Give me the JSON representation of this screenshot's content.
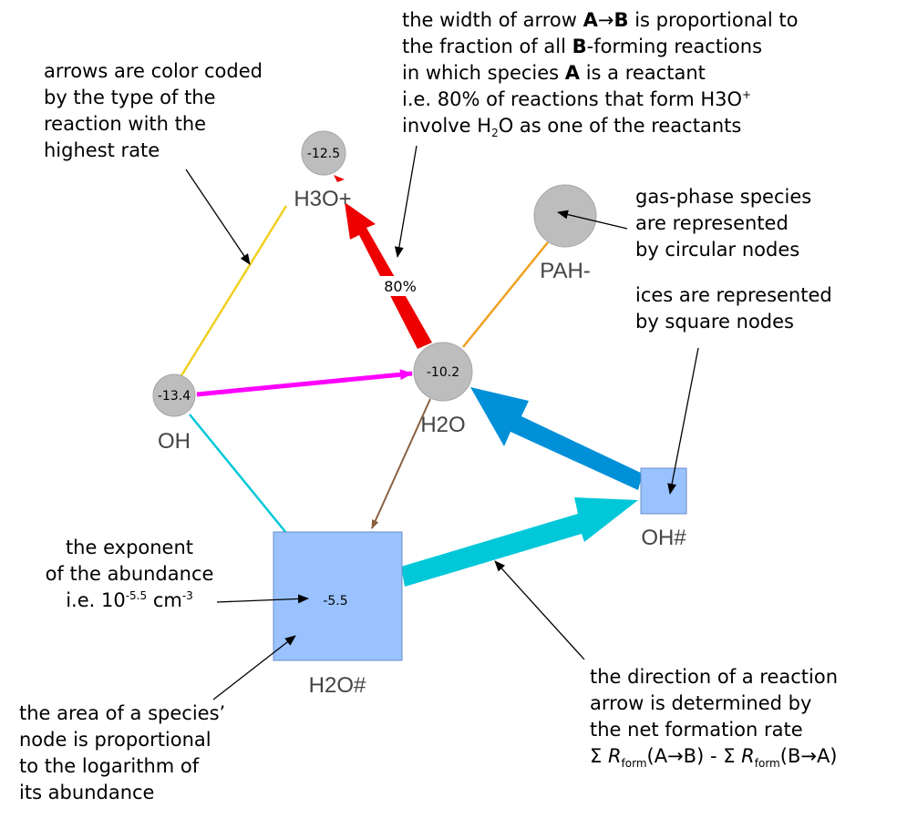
{
  "nodes": {
    "h3o": {
      "label": "H3O+",
      "value": "-12.5"
    },
    "pah": {
      "label": "PAH-",
      "value": ""
    },
    "oh": {
      "label": "OH",
      "value": "-13.4"
    },
    "h2o": {
      "label": "H2O",
      "value": "-10.2"
    },
    "ohice": {
      "label": "OH#",
      "value": ""
    },
    "h2oice": {
      "label": "H2O#",
      "value": "-5.5"
    }
  },
  "arrow_label": "80%",
  "colors": {
    "red": "#ee0000",
    "magenta": "#ff00ff",
    "cyan": "#00c8d8",
    "blue": "#0090d8",
    "yellow": "#f0d020",
    "orange": "#f0a020",
    "brown": "#8a6040",
    "circle": "#bdbdbd",
    "square": "#99c2ff",
    "square_border": "#6b8ec8"
  },
  "annotations": {
    "color_coded": [
      "arrows are color coded",
      "by the type of the",
      "reaction with the",
      "highest rate"
    ],
    "width": {
      "l1_pre": "the width of arrow ",
      "l1_bold1": "A",
      "l1_arrow": "→",
      "l1_bold2": "B",
      "l1_post": " is proportional to",
      "l2": "the fraction of all ",
      "l2_bold": "B",
      "l2_post": "-forming reactions",
      "l3_pre": "in which species ",
      "l3_bold": "A",
      "l3_post": " is a reactant",
      "l4_pre": "i.e. 80% of reactions that form H3O",
      "l4_sup": "+",
      "l5_pre": "involve H",
      "l5_sub": "2",
      "l5_post": "O as one of the reactants"
    },
    "gas_phase": [
      "gas-phase species",
      "are represented",
      "by circular nodes"
    ],
    "ices": [
      "ices are represented",
      "by square nodes"
    ],
    "exponent": {
      "l1": "the exponent",
      "l2": "of the abundance",
      "l3_pre": "i.e. 10",
      "l3_sup1": "-5.5",
      "l3_mid": " cm",
      "l3_sup2": "-3"
    },
    "area": [
      "the area of a species’",
      "node is proportional",
      "to the logarithm of",
      "its abundance"
    ],
    "direction": {
      "l1": "the direction of a reaction",
      "l2": "arrow is determined by",
      "l3": "the net formation rate",
      "sigma": "Σ ",
      "R": "R",
      "form": "form",
      "ab": "(A→B) - Σ ",
      "ba": "(B→A)"
    }
  }
}
